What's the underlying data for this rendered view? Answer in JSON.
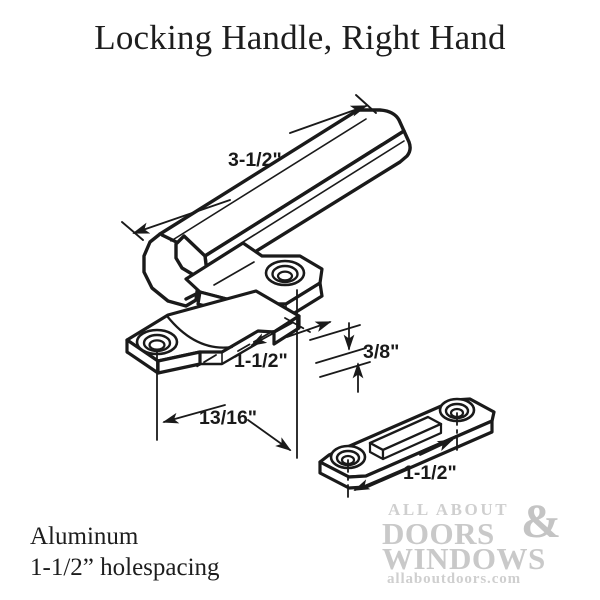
{
  "page": {
    "title": "Locking Handle, Right Hand",
    "background_color": "#ffffff",
    "line_color": "#1a1a1a",
    "logo_color": "#cbcbcb"
  },
  "specs": {
    "material": "Aluminum",
    "holespacing": "1-1/2” holespacing"
  },
  "dimensions": {
    "lever_length": "3-1/2\"",
    "hole_spacing_base": "1-1/2\"",
    "base_offset": "13/16\"",
    "base_thickness": "3/8\"",
    "keeper_hole_spacing": "1-1/2\""
  },
  "logo": {
    "line1": "ALL ABOUT",
    "line2": "DOORS",
    "line3": "WINDOWS",
    "ampersand": "&",
    "url": "allaboutdoors.com"
  },
  "parts": {
    "handle": "locking-handle-right-hand",
    "keeper": "strike-plate-keeper"
  }
}
